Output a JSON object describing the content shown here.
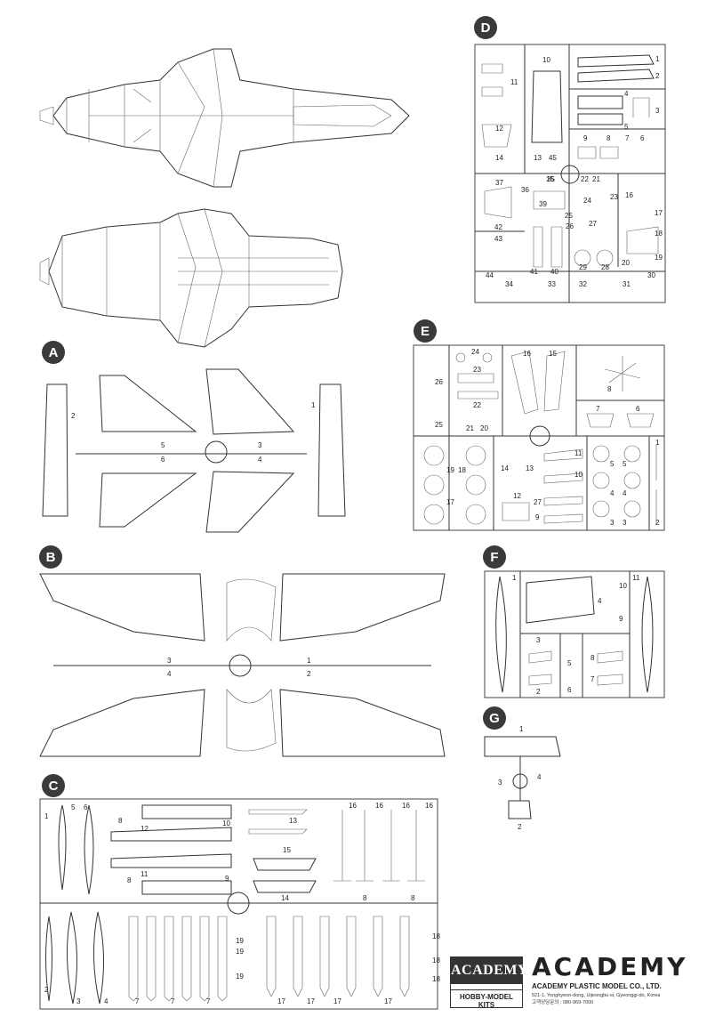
{
  "sections": {
    "A": {
      "label": "A",
      "part_numbers": [
        "1",
        "2",
        "3",
        "4",
        "5",
        "6"
      ]
    },
    "B": {
      "label": "B",
      "part_numbers": [
        "1",
        "2",
        "3",
        "4"
      ]
    },
    "C": {
      "label": "C",
      "part_numbers": [
        "1",
        "2",
        "3",
        "4",
        "5",
        "6",
        "7",
        "7",
        "7",
        "8",
        "8",
        "8",
        "8",
        "9",
        "10",
        "11",
        "12",
        "13",
        "14",
        "15",
        "16",
        "16",
        "16",
        "16",
        "17",
        "17",
        "17",
        "17",
        "18",
        "18",
        "18",
        "19",
        "19",
        "19"
      ]
    },
    "D": {
      "label": "D",
      "part_numbers": [
        "1",
        "2",
        "3",
        "4",
        "5",
        "6",
        "7",
        "8",
        "9",
        "10",
        "11",
        "12",
        "13",
        "14",
        "15",
        "16",
        "17",
        "18",
        "19",
        "20",
        "21",
        "22",
        "23",
        "24",
        "25",
        "26",
        "27",
        "28",
        "29",
        "30",
        "31",
        "32",
        "33",
        "34",
        "35",
        "36",
        "37",
        "39",
        "40",
        "41",
        "42",
        "43",
        "44",
        "45"
      ]
    },
    "E": {
      "label": "E",
      "part_numbers": [
        "1",
        "2",
        "3",
        "3",
        "4",
        "4",
        "5",
        "5",
        "6",
        "7",
        "8",
        "9",
        "10",
        "11",
        "12",
        "13",
        "14",
        "15",
        "16",
        "17",
        "18",
        "19",
        "20",
        "21",
        "22",
        "23",
        "24",
        "25",
        "26",
        "27"
      ]
    },
    "F": {
      "label": "F",
      "part_numbers": [
        "1",
        "2",
        "3",
        "4",
        "5",
        "6",
        "7",
        "8",
        "9",
        "10",
        "11"
      ]
    },
    "G": {
      "label": "G",
      "part_numbers": [
        "1",
        "2",
        "3",
        "4"
      ]
    }
  },
  "logo": {
    "top": "ACADEMY",
    "bottom": "HOBBY-MODEL KITS"
  },
  "brand": {
    "wordmark": "ACADEMY",
    "company": "ACADEMY PLASTIC MODEL CO., LTD.",
    "address": "521-1, Yonghyeon-dong, Uijeongbu-si, Gyeonggi-do, Korea",
    "phone": "고객상담문의 : 080-969-7000"
  }
}
